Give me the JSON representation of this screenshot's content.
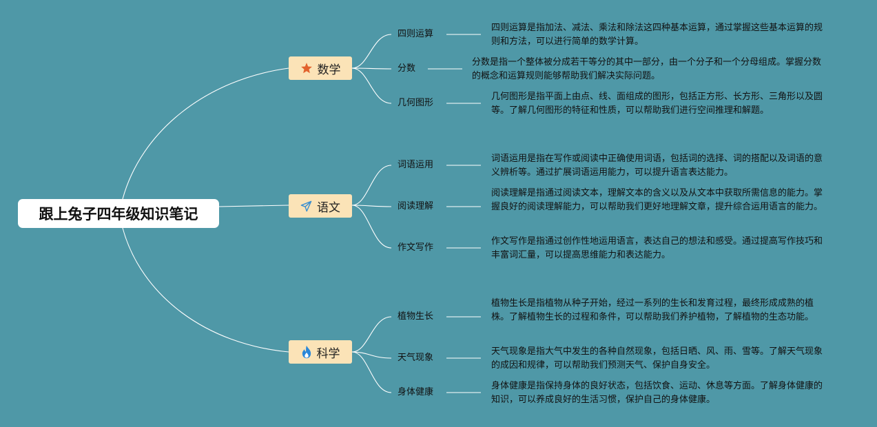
{
  "root": {
    "title": "跟上兔子四年级知识笔记"
  },
  "branches": [
    {
      "label": "数学",
      "icon": "star-icon",
      "icon_color": "#e2622d",
      "topics": [
        {
          "name": "四则运算",
          "desc": "四则运算是指加法、减法、乘法和除法这四种基本运算，通过掌握这些基本运算的规则和方法，可以进行简单的数学计算。"
        },
        {
          "name": "分数",
          "desc": "分数是指一个整体被分成若干等分的其中一部分，由一个分子和一个分母组成。掌握分数的概念和运算规则能够帮助我们解决实际问题。"
        },
        {
          "name": "几何图形",
          "desc": "几何图形是指平面上由点、线、面组成的图形，包括正方形、长方形、三角形以及圆等。了解几何图形的特征和性质，可以帮助我们进行空间推理和解题。"
        }
      ]
    },
    {
      "label": "语文",
      "icon": "paper-plane-icon",
      "icon_color": "#3b8fd0",
      "topics": [
        {
          "name": "词语运用",
          "desc": "词语运用是指在写作或阅读中正确使用词语，包括词的选择、词的搭配以及词语的意义辨析等。通过扩展词语运用能力，可以提升语言表达能力。"
        },
        {
          "name": "阅读理解",
          "desc": "阅读理解是指通过阅读文本，理解文本的含义以及从文本中获取所需信息的能力。掌握良好的阅读理解能力，可以帮助我们更好地理解文章，提升综合运用语言的能力。"
        },
        {
          "name": "作文写作",
          "desc": "作文写作是指通过创作性地运用语言，表达自己的想法和感受。通过提高写作技巧和丰富词汇量，可以提高思维能力和表达能力。"
        }
      ]
    },
    {
      "label": "科学",
      "icon": "flame-icon",
      "icon_color": "#2b87d8",
      "topics": [
        {
          "name": "植物生长",
          "desc": "植物生长是指植物从种子开始，经过一系列的生长和发育过程，最终形成成熟的植株。了解植物生长的过程和条件，可以帮助我们养护植物，了解植物的生态功能。"
        },
        {
          "name": "天气现象",
          "desc": "天气现象是指大气中发生的各种自然现象，包括日晒、风、雨、雪等。了解天气现象的成因和规律，可以帮助我们预测天气、保护自身安全。"
        },
        {
          "name": "身体健康",
          "desc": "身体健康是指保持身体的良好状态，包括饮食、运动、休息等方面。了解身体健康的知识，可以养成良好的生活习惯，保护自己的身体健康。"
        }
      ]
    }
  ]
}
